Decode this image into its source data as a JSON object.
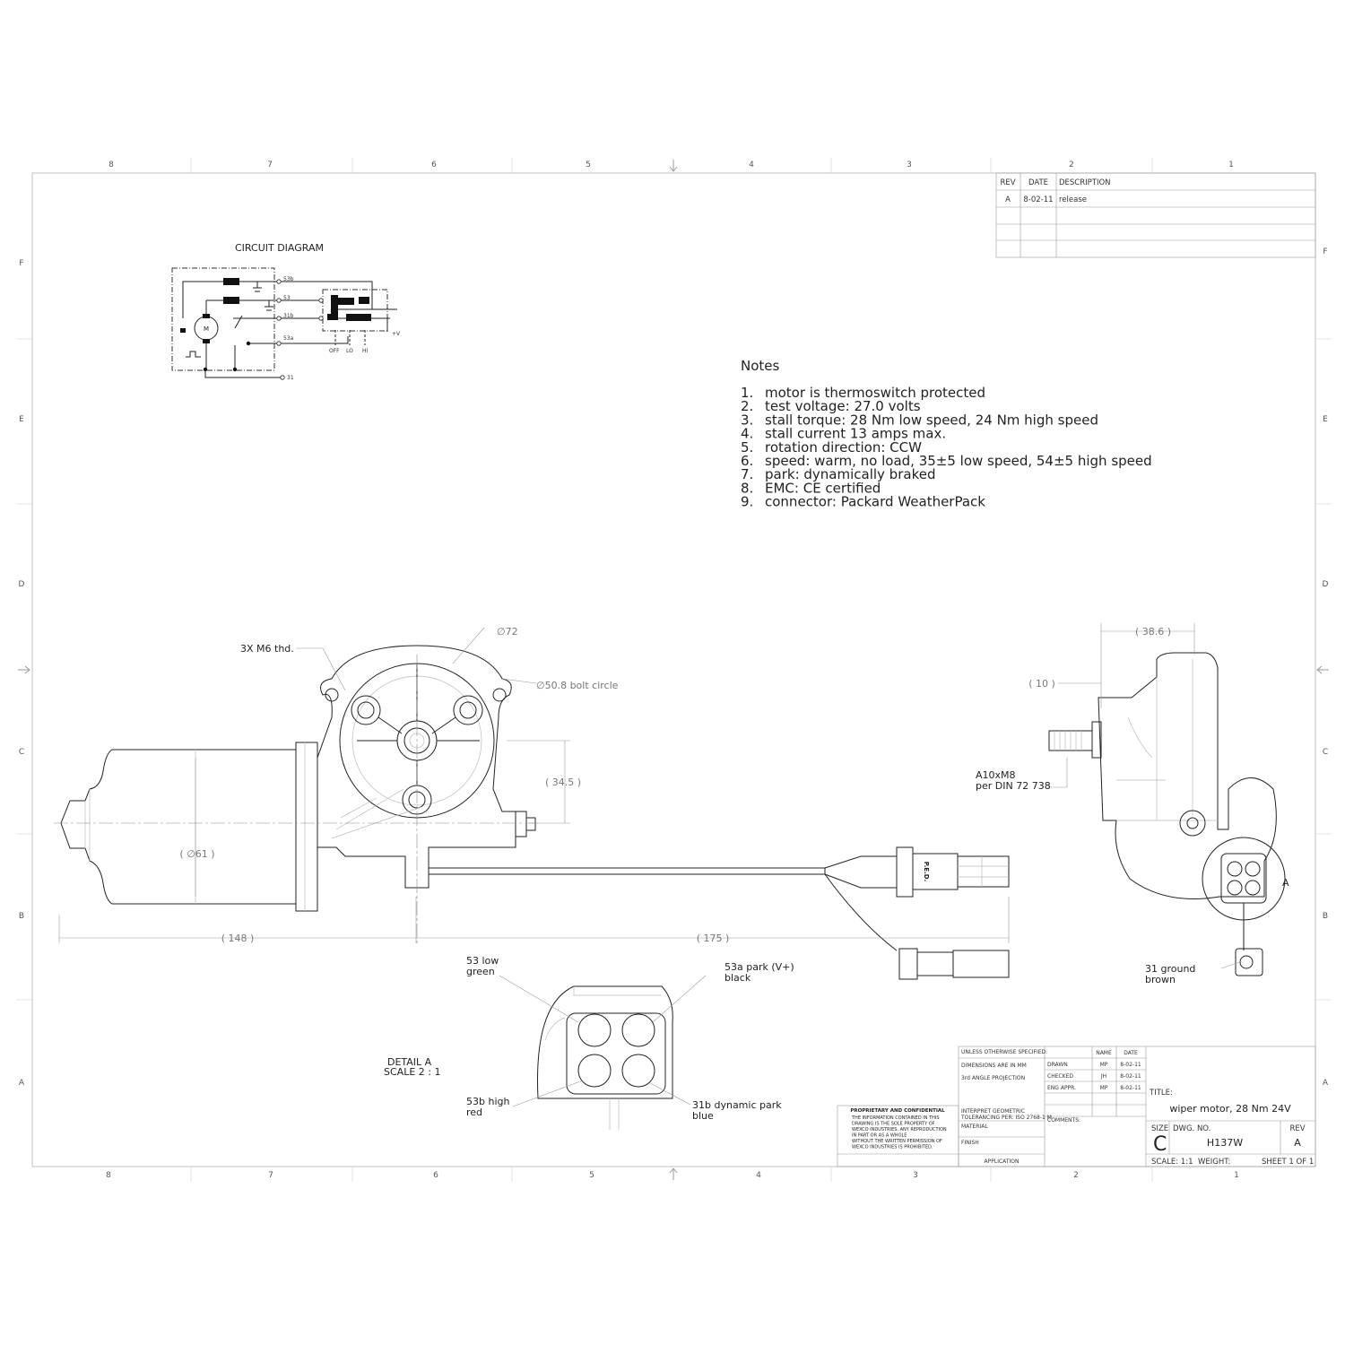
{
  "zones": {
    "columns": [
      "8",
      "7",
      "6",
      "5",
      "4",
      "3",
      "2",
      "1"
    ],
    "rows": [
      "F",
      "E",
      "D",
      "C",
      "B",
      "A"
    ]
  },
  "revision_table": {
    "headers": [
      "REV",
      "DATE",
      "DESCRIPTION"
    ],
    "rows": [
      {
        "rev": "A",
        "date": "8-02-11",
        "description": "release"
      }
    ]
  },
  "circuit": {
    "title": "CIRCUIT DIAGRAM",
    "terminals": [
      "53b",
      "53",
      "31b",
      "53a",
      "31"
    ],
    "motor_label": "M",
    "switch_positions": [
      "OFF",
      "LO",
      "HI"
    ],
    "supply": "+V"
  },
  "notes": {
    "title": "Notes",
    "items": [
      "motor is thermoswitch protected",
      "test voltage: 27.0 volts",
      "stall torque: 28 Nm low speed, 24 Nm high speed",
      "stall current 13 amps max.",
      "rotation direction: CCW",
      "speed: warm, no load, 35±5 low speed, 54±5 high speed",
      "park: dynamically braked",
      "EMC: CE certified",
      "connector: Packard WeatherPack"
    ]
  },
  "front_view": {
    "thread_callout": "3X M6 thd.",
    "dia_72": "∅72",
    "bolt_circle": "∅50.8 bolt circle",
    "dim_34_5": "( 34.5 )",
    "dia_61": "( ∅61 )",
    "dim_148": "( 148 )",
    "dim_175": "( 175 )",
    "connector_mark": "P.E.D."
  },
  "side_view": {
    "dim_38_6": "( 38.6 )",
    "dim_10": "( 10 )",
    "shaft_callout": [
      "A10xM8",
      "per DIN 72 738"
    ],
    "ground": [
      "31 ground",
      "brown"
    ],
    "detail_marker": "A"
  },
  "detail": {
    "title": [
      "DETAIL A",
      "SCALE 2 : 1"
    ],
    "pin_53": [
      "53 low",
      "green"
    ],
    "pin_53a": [
      "53a  park (V+)",
      "black"
    ],
    "pin_53b": [
      "53b high",
      "red"
    ],
    "pin_31b": [
      "31b dynamic park",
      "blue"
    ]
  },
  "title_block": {
    "unless": "UNLESS OTHERWISE SPECIFIED:",
    "dims": "DIMENSIONS ARE IN MM",
    "projection": "3rd ANGLE PROJECTION",
    "interpret": [
      "INTERPRET GEOMETRIC",
      "TOLERANCING PER: ISO 2768-1 M"
    ],
    "material": "MATERIAL",
    "finish": "FINISH",
    "application": "APPLICATION",
    "comments": "COMMENTS:",
    "name_hdr": "NAME",
    "date_hdr": "DATE",
    "approvals": [
      {
        "role": "DRAWN",
        "name": "MP",
        "date": "8-02-11"
      },
      {
        "role": "CHECKED",
        "name": "JH",
        "date": "8-02-11"
      },
      {
        "role": "ENG APPR.",
        "name": "MP",
        "date": "8-02-11"
      }
    ],
    "proprietary_title": "PROPRIETARY AND CONFIDENTIAL",
    "proprietary_text": [
      "THE INFORMATION CONTAINED IN THIS",
      "DRAWING IS THE SOLE PROPERTY OF",
      "WEXCO INDUSTRIES.  ANY REPRODUCTION",
      "IN PART OR AS A WHOLE",
      "WITHOUT THE WRITTEN PERMISSION OF",
      "WEXCO INDUSTRIES IS PROHIBITED."
    ],
    "title_label": "TITLE:",
    "title": "wiper motor, 28 Nm 24V",
    "size_label": "SIZE",
    "size": "C",
    "dwg_label": "DWG.  NO.",
    "dwg_no": "H137W",
    "rev_label": "REV",
    "rev": "A",
    "scale": "SCALE: 1:1",
    "weight": "WEIGHT:",
    "sheet": "SHEET 1 OF 1"
  }
}
